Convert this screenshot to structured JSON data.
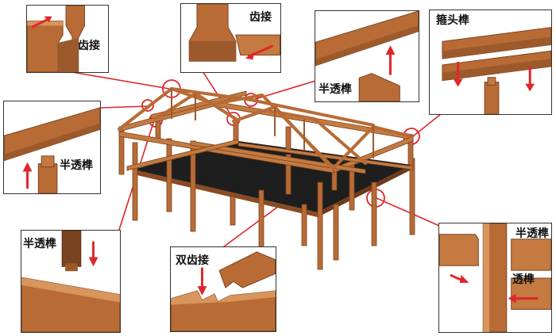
{
  "colors": {
    "wood": "#B86B35",
    "wood_dark": "#7A4320",
    "wood_light": "#D8955C",
    "floor": "#1E1E1E",
    "callout": "#E0262A",
    "frame": "#333333"
  },
  "labels": {
    "top_left": "齿接",
    "top_center": "齿接",
    "top_right": "半透榫",
    "far_right": "箍头榫",
    "left_middle": "半透榫",
    "left_bottom": "半透榫",
    "bottom_center": "双齿接",
    "right_bottom_1": "半透榫",
    "right_bottom_2": "透榫"
  }
}
